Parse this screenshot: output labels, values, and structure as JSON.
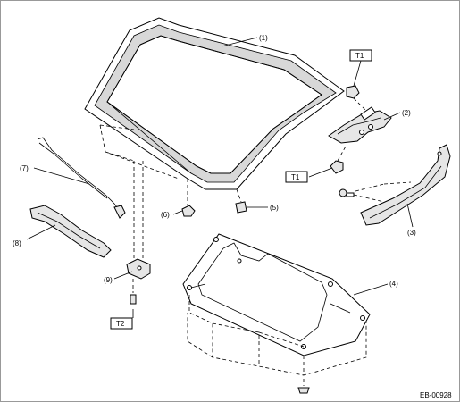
{
  "callouts": {
    "c1": "(1)",
    "c2": "(2)",
    "c3": "(3)",
    "c4": "(4)",
    "c5": "(5)",
    "c6": "(6)",
    "c7": "(7)",
    "c8": "(8)",
    "c9": "(9)"
  },
  "torque_labels": {
    "t1_top": "T1",
    "t1_mid": "T1",
    "t2": "T2"
  },
  "figure_code": "EB-00928"
}
